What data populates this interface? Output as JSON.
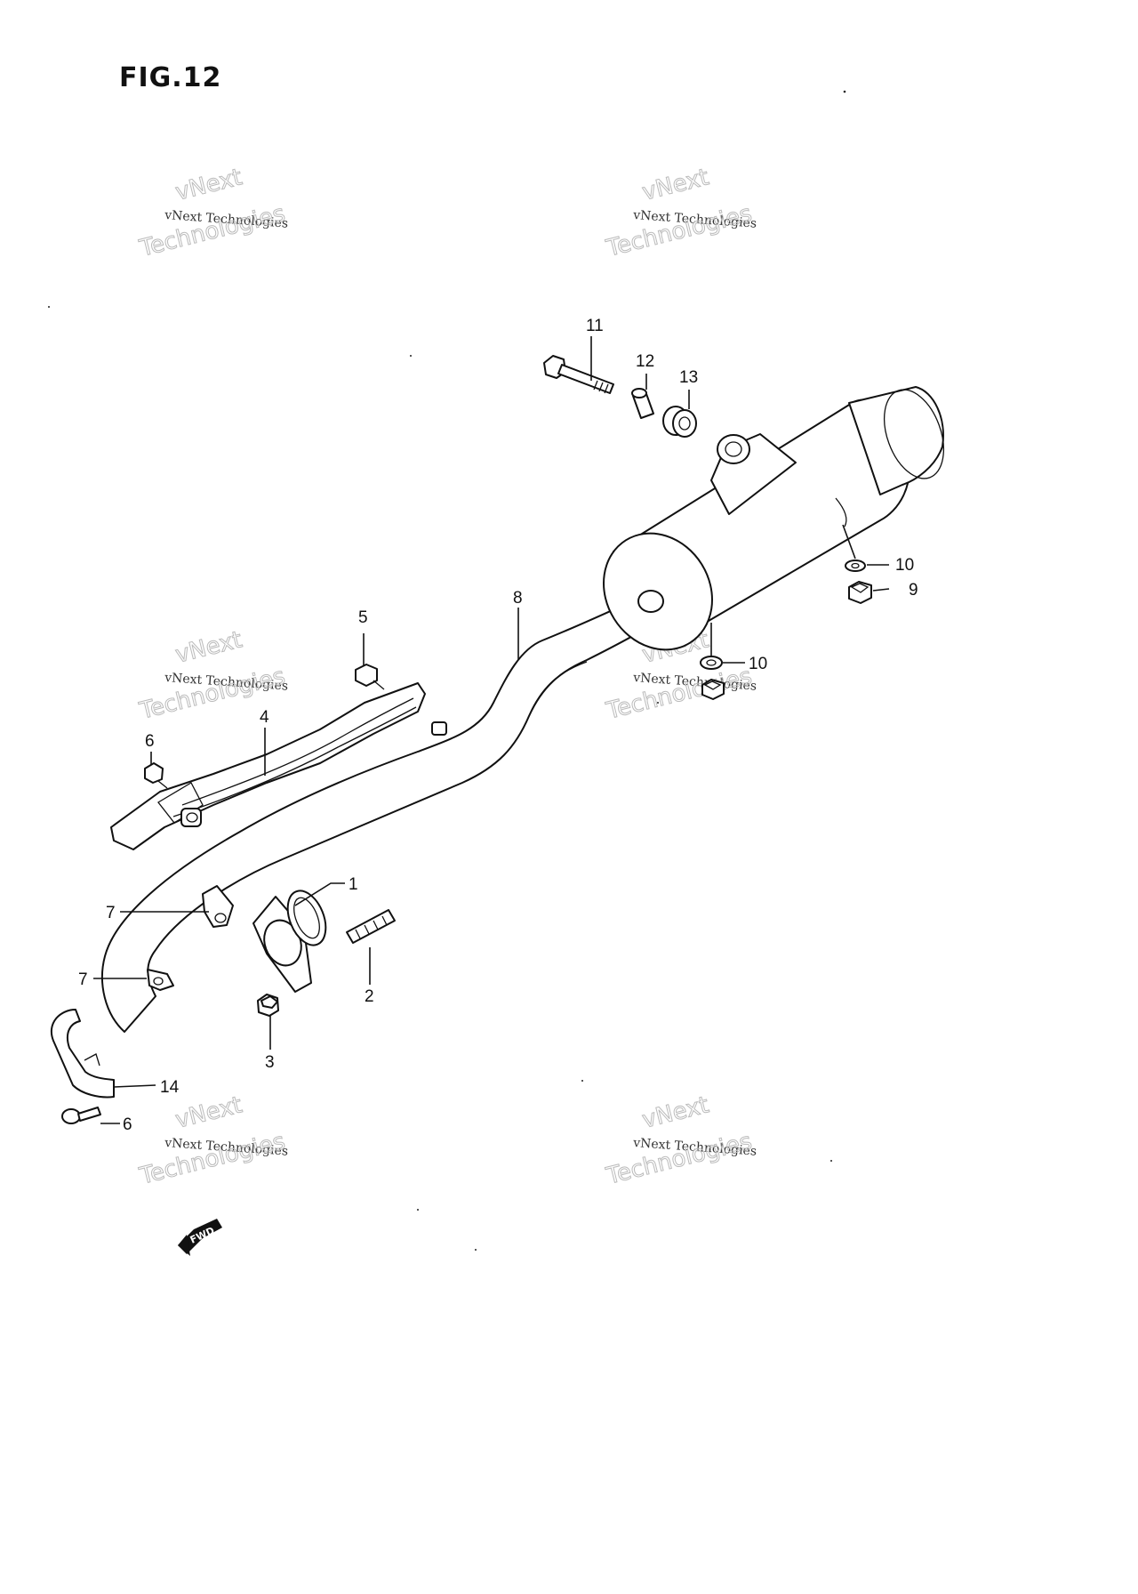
{
  "figure": {
    "title": "FIG.12"
  },
  "watermark": {
    "line1": "vNext Technologies",
    "line2": "vNext",
    "line3": "Technologies"
  },
  "fwd_label": "FWD",
  "callouts": [
    "1",
    "2",
    "3",
    "4",
    "5",
    "6",
    "6",
    "7",
    "7",
    "8",
    "9",
    "10",
    "10",
    "11",
    "12",
    "13",
    "14"
  ]
}
